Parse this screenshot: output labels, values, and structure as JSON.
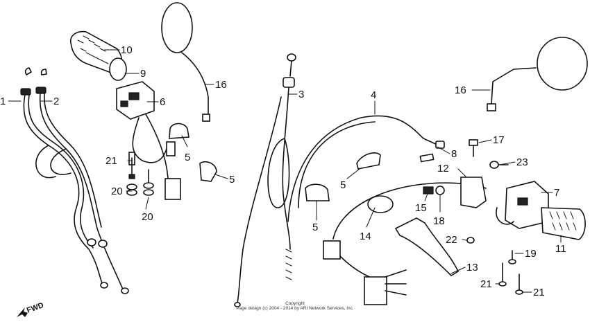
{
  "diagram": {
    "callouts": [
      {
        "id": "c1",
        "label": "1"
      },
      {
        "id": "c2",
        "label": "2"
      },
      {
        "id": "c3",
        "label": "3"
      },
      {
        "id": "c4",
        "label": "4"
      },
      {
        "id": "c5a",
        "label": "5"
      },
      {
        "id": "c5b",
        "label": "5"
      },
      {
        "id": "c5c",
        "label": "5"
      },
      {
        "id": "c5d",
        "label": "5"
      },
      {
        "id": "c6",
        "label": "6"
      },
      {
        "id": "c7",
        "label": "7"
      },
      {
        "id": "c8",
        "label": "8"
      },
      {
        "id": "c9",
        "label": "9"
      },
      {
        "id": "c10",
        "label": "10"
      },
      {
        "id": "c11",
        "label": "11"
      },
      {
        "id": "c12",
        "label": "12"
      },
      {
        "id": "c13",
        "label": "13"
      },
      {
        "id": "c14",
        "label": "14"
      },
      {
        "id": "c15",
        "label": "15"
      },
      {
        "id": "c16a",
        "label": "16"
      },
      {
        "id": "c16b",
        "label": "16"
      },
      {
        "id": "c17",
        "label": "17"
      },
      {
        "id": "c18",
        "label": "18"
      },
      {
        "id": "c19",
        "label": "19"
      },
      {
        "id": "c20a",
        "label": "20"
      },
      {
        "id": "c20b",
        "label": "20"
      },
      {
        "id": "c21a",
        "label": "21"
      },
      {
        "id": "c21b",
        "label": "21"
      },
      {
        "id": "c21c",
        "label": "21"
      },
      {
        "id": "c22",
        "label": "22"
      },
      {
        "id": "c23",
        "label": "23"
      }
    ],
    "direction_label": "FWD",
    "copyright_line1": "Copyright",
    "copyright_line2": "Page design (c) 2004 - 2014 by ARI Network Services, Inc."
  }
}
